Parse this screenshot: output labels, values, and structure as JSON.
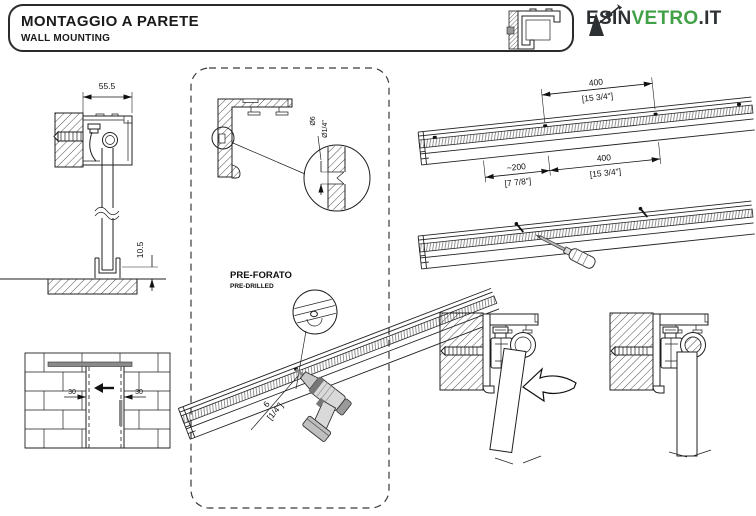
{
  "header": {
    "title": "MONTAGGIO A PARETE",
    "subtitle": "WALL MOUNTING",
    "logo": {
      "prefix": "ESIN",
      "highlight": "VETRO",
      "suffix": ".IT"
    }
  },
  "colors": {
    "logo_green": "#42a048",
    "logo_dark": "#2c3033",
    "line": "#1f1f1f",
    "steel_gray": "#8a8a8a"
  },
  "dimensions": {
    "section_width": "55.5",
    "floor_gap": "10.5",
    "wall_offset_left": "30",
    "wall_offset_right": "30",
    "hole_dia_mm": "Ø6",
    "hole_dia_in": "Ø1/4\"",
    "drill_dia_mm": "6",
    "drill_dia_in": "[1/4\"]",
    "spacing_top_mm": "400",
    "spacing_top_in": "[15 3/4\"]",
    "spacing_end_mm": "~200",
    "spacing_end_in": "[7 7/8\"]",
    "spacing_mid_mm": "400",
    "spacing_mid_in": "[15 3/4\"]"
  },
  "labels": {
    "predrilled_it": "PRE-FORATO",
    "predrilled_en": "PRE-DRILLED"
  }
}
